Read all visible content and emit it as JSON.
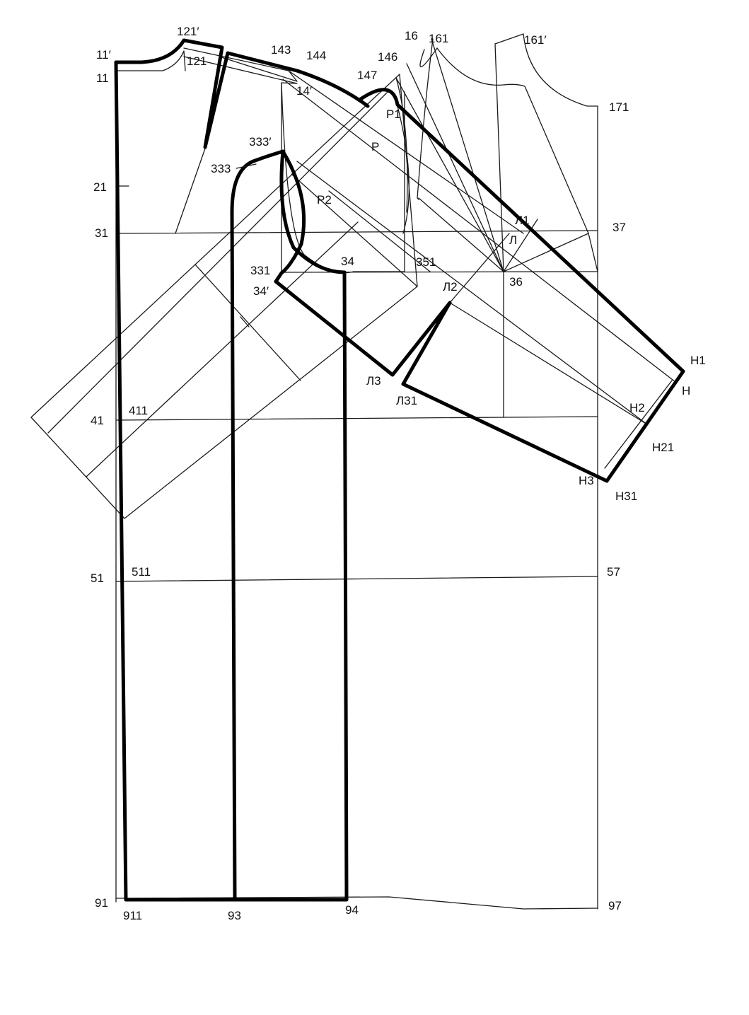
{
  "labels": {
    "p11p": "11′",
    "p11": "11",
    "p121p": "121′",
    "p121": "121",
    "p143": "143",
    "p144": "144",
    "p16": "16",
    "p161": "161",
    "p161p": "161′",
    "p146": "146",
    "p147": "147",
    "p14p": "14′",
    "p171": "171",
    "pP1": "P1",
    "pP": "P",
    "pP2": "P2",
    "p333p": "333′",
    "p333": "333",
    "p21": "21",
    "p31": "31",
    "p37": "37",
    "pL1": "Л1",
    "pL": "Л",
    "p331": "331",
    "p34": "34",
    "p351": "351",
    "p34p": "34′",
    "pL2": "Л2",
    "p36": "36",
    "pH1": "H1",
    "pH": "H",
    "pL3": "Л3",
    "pL31": "Л31",
    "pH2": "H2",
    "pH21": "H21",
    "pH3": "H3",
    "pH31": "H31",
    "p41": "41",
    "p411": "411",
    "p51": "51",
    "p511": "511",
    "p57": "57",
    "p91": "91",
    "p911": "911",
    "p93": "93",
    "p94": "94",
    "p97": "97"
  }
}
